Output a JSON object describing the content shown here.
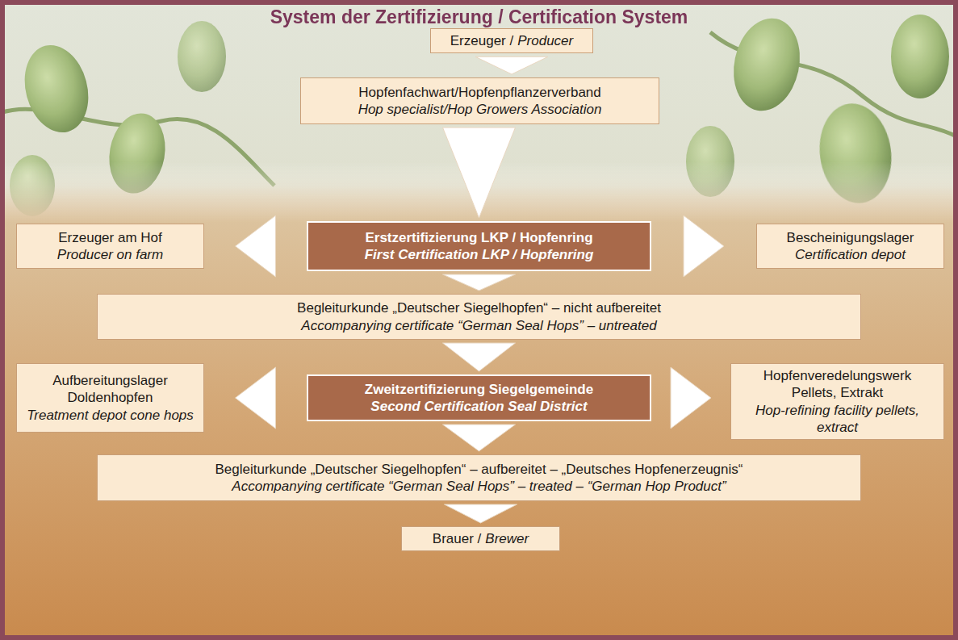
{
  "diagram": {
    "title": "System der Zertifizierung / Certification System",
    "nodes": [
      {
        "text": [
          "Erzeuger /",
          "Producer"
        ]
      },
      {
        "text": [
          "Hopfenfachwart/Hopfenpflanzerverband",
          "Hop specialist/Hop Growers Association"
        ]
      },
      {
        "text": [
          "Erzeuger am Hof",
          "Producer on farm"
        ]
      },
      {
        "text": [
          "Erstzertifizierung LKP / Hopfenring",
          "First Certification LKP / Hopfenring"
        ]
      },
      {
        "text": [
          "Bescheinigungslager",
          "Certification depot"
        ]
      },
      {
        "text": [
          "Begleiturkunde „Deutscher Siegelhopfen“ – nicht aufbereitet",
          "Accompanying certificate “German Seal Hops” – untreated"
        ]
      },
      {
        "text": [
          "Aufbereitungslager Doldenhopfen",
          "Treatment depot cone hops"
        ]
      },
      {
        "text": [
          "Zweitzertifizierung Siegelgemeinde",
          "Second Certification Seal District"
        ]
      },
      {
        "text": [
          "Hopfenveredelungswerk Pellets, Extrakt",
          "Hop-refining facility pellets, extract"
        ]
      },
      {
        "text": [
          "Begleiturkunde „Deutscher Siegelhopfen“ – aufbereitet – „Deutsches Hopfenerzeugnis“",
          "Accompanying certificate “German Seal Hops” – treated – “German Hop Product”"
        ]
      },
      {
        "text": [
          "Brauer /",
          "Brewer"
        ]
      }
    ],
    "edges": [
      {
        "from": 0,
        "to": 1,
        "arrow": "to"
      },
      {
        "from": 1,
        "to": 3,
        "arrow": "to"
      },
      {
        "from": 3,
        "to": 2,
        "arrow": "to"
      },
      {
        "from": 3,
        "to": 4,
        "arrow": "to"
      },
      {
        "from": 3,
        "to": 5,
        "arrow": "to"
      },
      {
        "from": 5,
        "to": 7,
        "arrow": "to"
      },
      {
        "from": 7,
        "to": 6,
        "arrow": "to"
      },
      {
        "from": 7,
        "to": 8,
        "arrow": "to"
      },
      {
        "from": 7,
        "to": 9,
        "arrow": "to"
      },
      {
        "from": 9,
        "to": 10,
        "arrow": "to"
      }
    ]
  }
}
